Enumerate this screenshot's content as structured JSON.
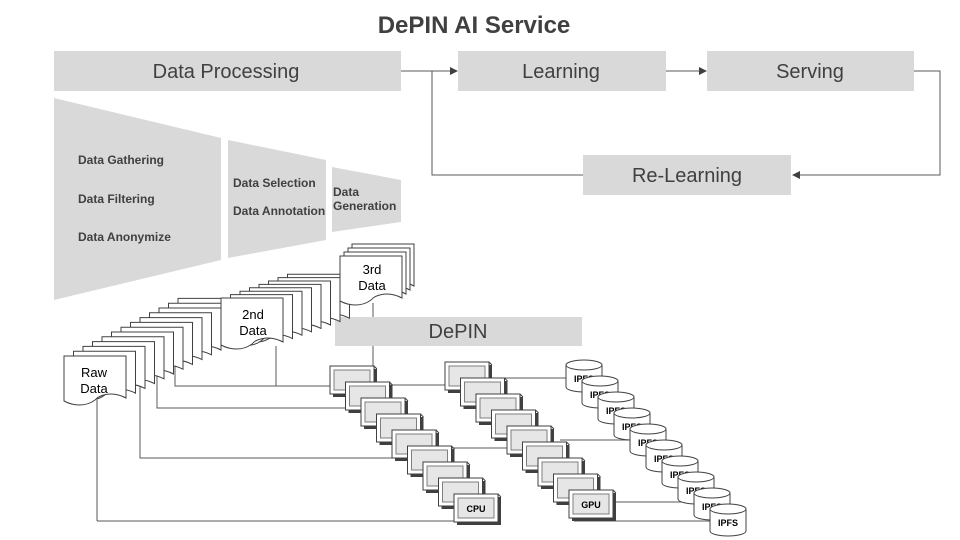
{
  "title": "DePIN AI Service",
  "pipeline": {
    "data_processing": "Data Processing",
    "learning": "Learning",
    "serving": "Serving",
    "relearning": "Re-Learning"
  },
  "funnel": {
    "stage1": [
      "Data Gathering",
      "Data Filtering",
      "Data Anonymize"
    ],
    "stage2": [
      "Data Selection",
      "Data Annotation"
    ],
    "stage3": [
      "Data",
      "Generation"
    ]
  },
  "documents": {
    "raw": [
      "Raw",
      "Data"
    ],
    "second": [
      "2nd",
      "Data"
    ],
    "third": [
      "3rd",
      "Data"
    ]
  },
  "depin_label": "DePIN",
  "hardware": {
    "cpu_label": "CPU",
    "gpu_label": "GPU",
    "storage_label": "IPFS"
  }
}
